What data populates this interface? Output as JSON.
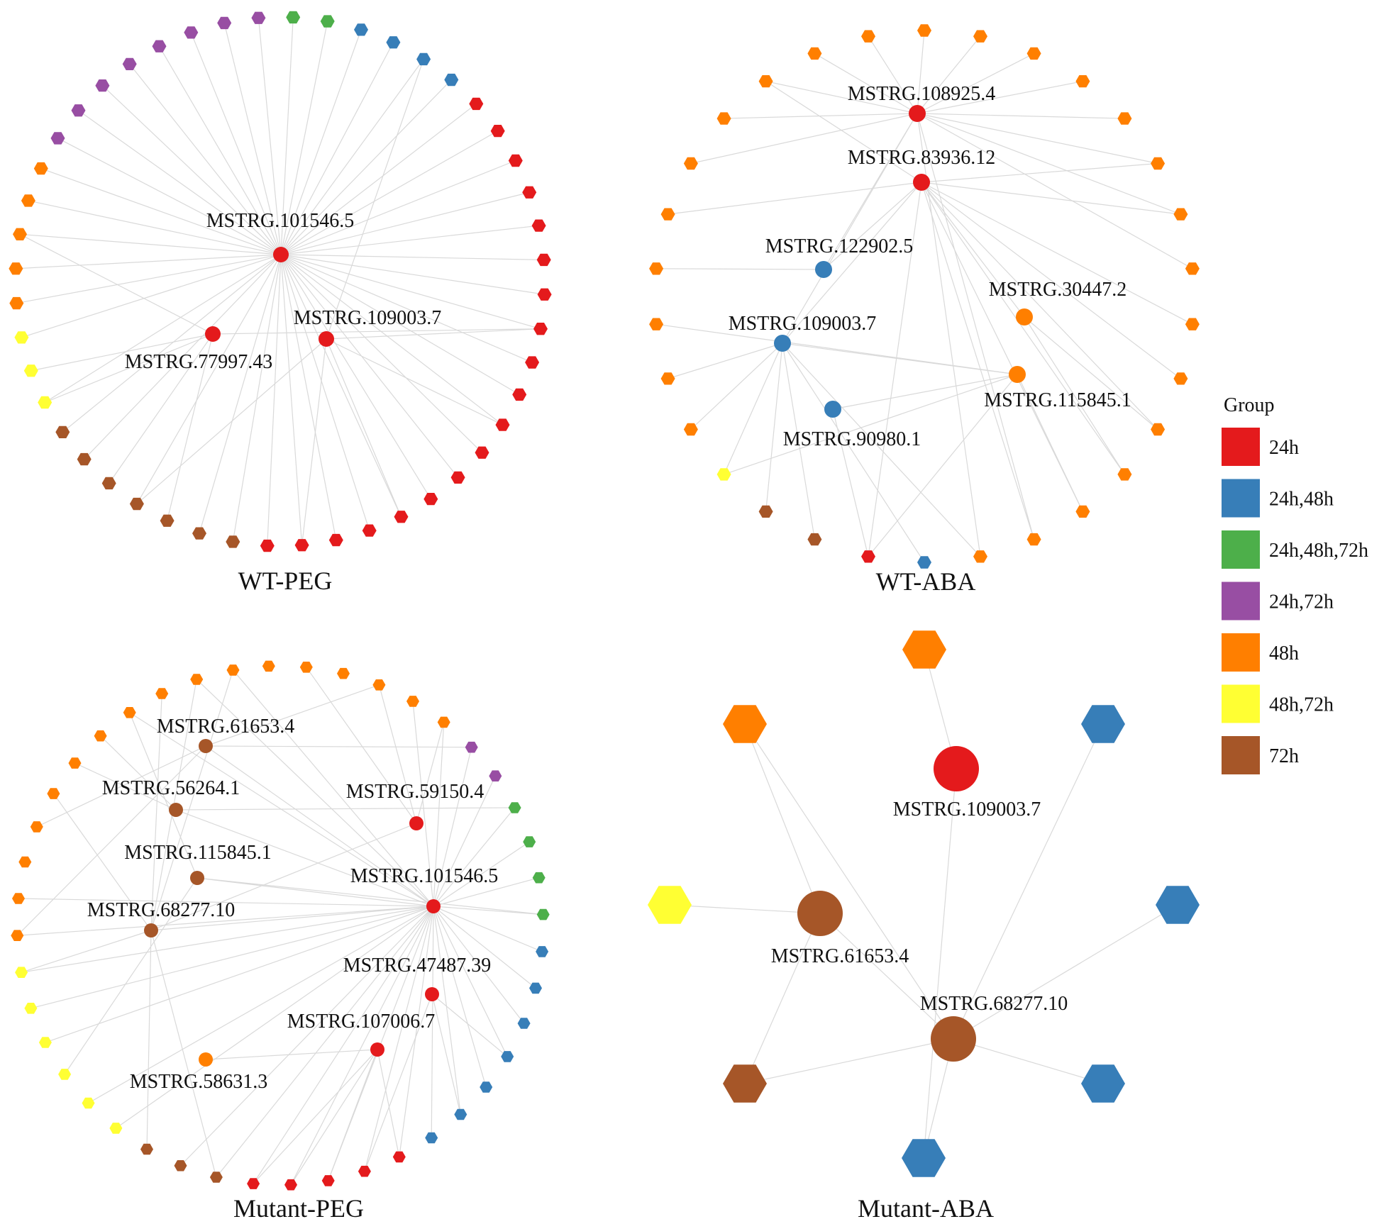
{
  "legend": {
    "title": "Group",
    "items": [
      {
        "label": "24h",
        "color": "#E41A1C"
      },
      {
        "label": "24h,48h",
        "color": "#377EB8"
      },
      {
        "label": "24h,48h,72h",
        "color": "#4DAF4A"
      },
      {
        "label": "24h,72h",
        "color": "#984EA3"
      },
      {
        "label": "48h",
        "color": "#FF7F00"
      },
      {
        "label": "48h,72h",
        "color": "#FFFF33"
      },
      {
        "label": "72h",
        "color": "#A65628"
      }
    ]
  },
  "panels": [
    {
      "id": "wt-peg",
      "title": "WT-PEG",
      "hubs": [
        {
          "label": "MSTRG.101546.5",
          "group": "24h"
        },
        {
          "label": "MSTRG.109003.7",
          "group": "24h"
        },
        {
          "label": "MSTRG.77997.43",
          "group": "24h"
        }
      ],
      "targets": [
        "24h,48h,72h",
        "24h,48h,72h",
        "24h,48h",
        "24h,48h",
        "24h,48h",
        "24h,48h",
        "24h",
        "24h",
        "24h",
        "24h",
        "24h",
        "24h",
        "24h",
        "24h",
        "24h",
        "24h",
        "24h",
        "24h",
        "24h",
        "24h",
        "24h",
        "24h",
        "24h",
        "24h",
        "24h",
        "72h",
        "72h",
        "72h",
        "72h",
        "72h",
        "72h",
        "72h",
        "48h,72h",
        "48h,72h",
        "48h,72h",
        "48h",
        "48h",
        "48h",
        "48h",
        "48h",
        "24h,72h",
        "24h,72h",
        "24h,72h",
        "24h,72h",
        "24h,72h",
        "24h,72h",
        "24h,72h",
        "24h,72h"
      ]
    },
    {
      "id": "wt-aba",
      "title": "WT-ABA",
      "hubs": [
        {
          "label": "MSTRG.108925.4",
          "group": "24h"
        },
        {
          "label": "MSTRG.83936.12",
          "group": "24h"
        },
        {
          "label": "MSTRG.122902.5",
          "group": "24h,48h"
        },
        {
          "label": "MSTRG.109003.7",
          "group": "24h,48h"
        },
        {
          "label": "MSTRG.90980.1",
          "group": "24h,48h"
        },
        {
          "label": "MSTRG.30447.2",
          "group": "48h"
        },
        {
          "label": "MSTRG.115845.1",
          "group": "48h"
        }
      ],
      "targets": [
        "48h",
        "48h",
        "48h",
        "48h",
        "48h",
        "48h",
        "48h",
        "48h",
        "48h",
        "48h",
        "48h",
        "48h",
        "48h",
        "48h",
        "48h",
        "24h,48h",
        "24h",
        "72h",
        "72h",
        "48h,72h",
        "48h",
        "48h",
        "48h",
        "48h",
        "48h",
        "48h",
        "48h",
        "48h",
        "48h",
        "48h"
      ]
    },
    {
      "id": "mutant-peg",
      "title": "Mutant-PEG",
      "hubs": [
        {
          "label": "MSTRG.101546.5",
          "group": "24h"
        },
        {
          "label": "MSTRG.59150.4",
          "group": "24h"
        },
        {
          "label": "MSTRG.47487.39",
          "group": "24h"
        },
        {
          "label": "MSTRG.107006.7",
          "group": "24h"
        },
        {
          "label": "MSTRG.61653.4",
          "group": "72h"
        },
        {
          "label": "MSTRG.56264.1",
          "group": "72h"
        },
        {
          "label": "MSTRG.115845.1",
          "group": "72h"
        },
        {
          "label": "MSTRG.68277.10",
          "group": "72h"
        },
        {
          "label": "MSTRG.58631.3",
          "group": "48h"
        }
      ],
      "targets": [
        "48h",
        "48h",
        "48h",
        "48h",
        "48h",
        "48h",
        "24h,72h",
        "24h,72h",
        "24h,48h,72h",
        "24h,48h,72h",
        "24h,48h,72h",
        "24h,48h,72h",
        "24h,48h",
        "24h,48h",
        "24h,48h",
        "24h,48h",
        "24h,48h",
        "24h,48h",
        "24h,48h",
        "24h",
        "24h",
        "24h",
        "24h",
        "24h",
        "72h",
        "72h",
        "72h",
        "48h,72h",
        "48h,72h",
        "48h,72h",
        "48h,72h",
        "48h,72h",
        "48h,72h",
        "48h",
        "48h",
        "48h",
        "48h",
        "48h",
        "48h",
        "48h",
        "48h",
        "48h",
        "48h",
        "48h"
      ]
    },
    {
      "id": "mutant-aba",
      "title": "Mutant-ABA",
      "hubs": [
        {
          "label": "MSTRG.109003.7",
          "group": "24h"
        },
        {
          "label": "MSTRG.61653.4",
          "group": "72h"
        },
        {
          "label": "MSTRG.68277.10",
          "group": "72h"
        }
      ],
      "targets": [
        "48h",
        "24h,48h",
        "24h,48h",
        "24h,48h",
        "24h,48h",
        "72h",
        "48h,72h",
        "48h"
      ]
    }
  ]
}
